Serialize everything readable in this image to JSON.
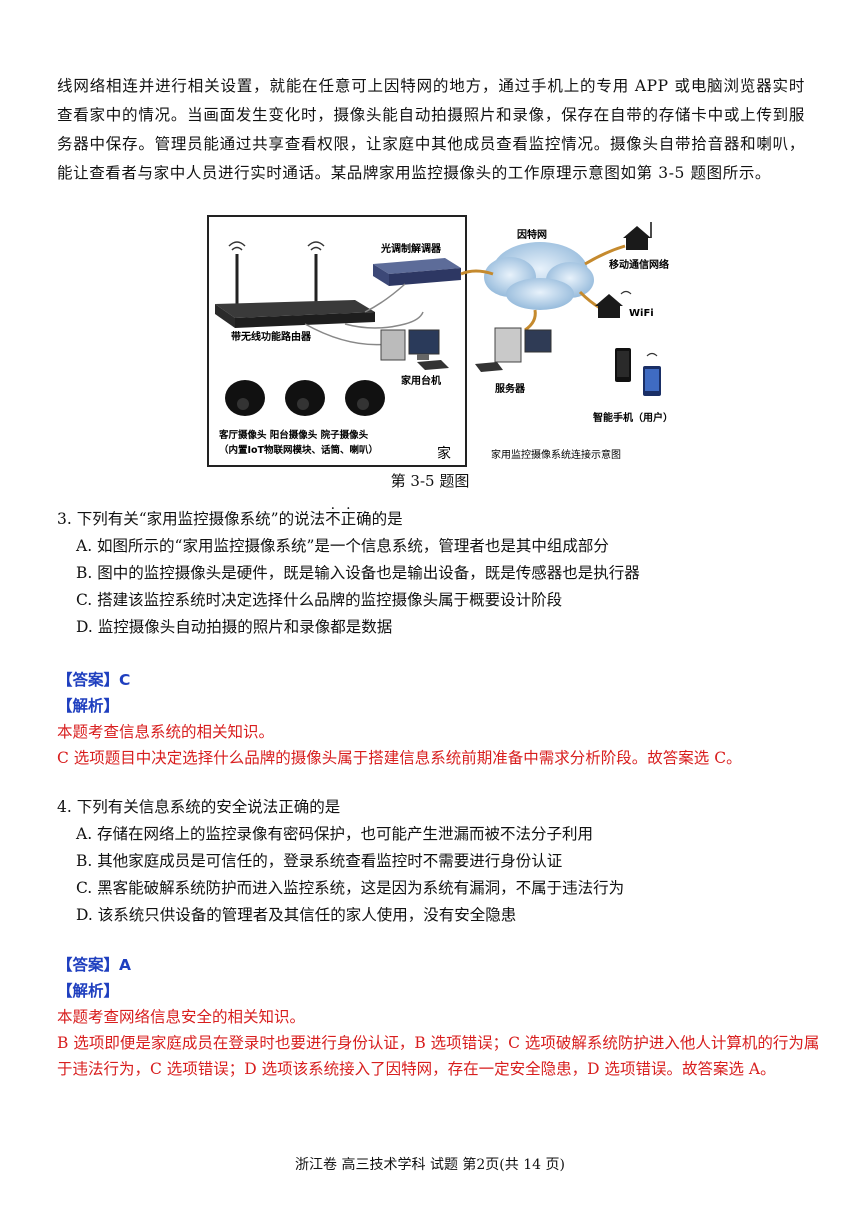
{
  "intro": {
    "text": "线网络相连并进行相关设置，就能在任意可上因特网的地方，通过手机上的专用 APP 或电脑浏览器实时查看家中的情况。当画面发生变化时，摄像头能自动拍摄照片和录像，保存在自带的存储卡中或上传到服务器中保存。管理员能通过共享查看权限，让家庭中其他成员查看监控情况。摄像头自带拾音器和喇叭，能让查看者与家中人员进行实时通话。某品牌家用监控摄像头的工作原理示意图如第 3-5 题图所示。"
  },
  "figure": {
    "modem": "光调制解调器",
    "internet": "因特网",
    "mobile_network": "移动通信网络",
    "wifi": "WiFi",
    "router": "带无线功能路由器",
    "desktop": "家用台机",
    "server": "服务器",
    "phone": "智能手机（用户）",
    "cameras": "客厅摄像头  阳台摄像头  院子摄像头",
    "cameras_note": "（内置IoT物联网模块、话筒、喇叭）",
    "home": "家",
    "system_title": "家用监控摄像系统连接示意图"
  },
  "figure_caption": "第 3-5 题图",
  "q3": {
    "stem_prefix": "3. 下列有关“家用监控摄像系统”的说法",
    "stem_emph1": "不",
    "stem_emph2": "正",
    "stem_suffix": "确的是",
    "options": [
      "A. 如图所示的“家用监控摄像系统”是一个信息系统，管理者也是其中组成部分",
      "B. 图中的监控摄像头是硬件，既是输入设备也是输出设备，既是传感器也是执行器",
      "C. 搭建该监控系统时决定选择什么品牌的监控摄像头属于概要设计阶段",
      "D. 监控摄像头自动拍摄的照片和录像都是数据"
    ],
    "answer_label": "【答案】",
    "answer": "C",
    "analysis_label": "【解析】",
    "analysis": [
      "本题考查信息系统的相关知识。",
      "C 选项题目中决定选择什么品牌的摄像头属于搭建信息系统前期准备中需求分析阶段。故答案选 C。"
    ]
  },
  "q4": {
    "stem": "4. 下列有关信息系统的安全说法正确的是",
    "options": [
      "A. 存储在网络上的监控录像有密码保护，也可能产生泄漏而被不法分子利用",
      "B. 其他家庭成员是可信任的，登录系统查看监控时不需要进行身份认证",
      "C. 黑客能破解系统防护而进入监控系统，这是因为系统有漏洞，不属于违法行为",
      "D. 该系统只供设备的管理者及其信任的家人使用，没有安全隐患"
    ],
    "answer_label": "【答案】",
    "answer": "A",
    "analysis_label": "【解析】",
    "analysis": [
      "本题考查网络信息安全的相关知识。",
      "B 选项即便是家庭成员在登录时也要进行身份认证，B 选项错误；C 选项破解系统防护进入他人计算机的行为属于违法行为，C 选项错误；D 选项该系统接入了因特网，存在一定安全隐患，D 选项错误。故答案选 A。"
    ]
  },
  "footer": "浙江卷 高三技术学科 试题 第2页(共 14 页)",
  "colors": {
    "answer_blue": "#1f3fbf",
    "analysis_red": "#d81e1e"
  }
}
